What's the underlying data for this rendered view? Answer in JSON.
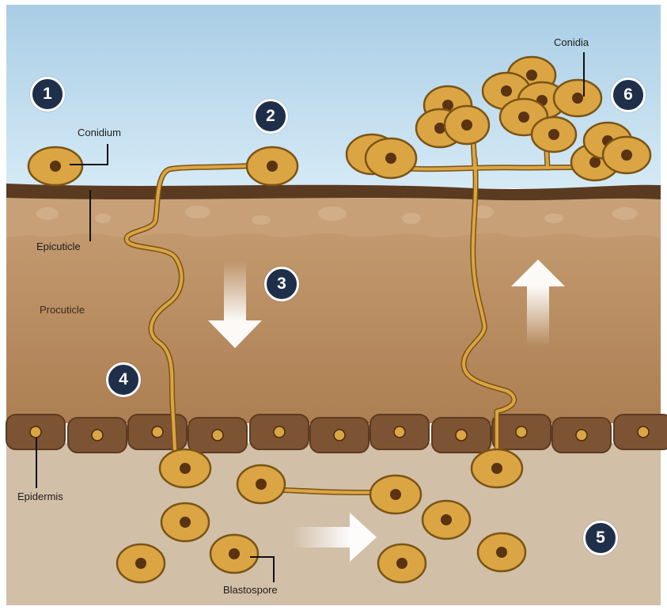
{
  "labels": {
    "conidium": "Conidium",
    "epicuticle": "Epicuticle",
    "procuticle": "Procuticle",
    "epidermis": "Epidermis",
    "blastospore": "Blastospore",
    "conidia": "Conidia"
  },
  "steps": [
    "1",
    "2",
    "3",
    "4",
    "5",
    "6"
  ],
  "colors": {
    "sky_top": "#a9cde5",
    "sky_bottom": "#d3e9f5",
    "cuticle_line": "#5a3a20",
    "epicuticle": "#c7a078",
    "procuticle": "#b48658",
    "epidermis_cell": "#7d5433",
    "haemocoel": "#d2bfa8",
    "spore": "#dba544",
    "spore_outline": "#7a5414",
    "nucleus": "#5a3312",
    "badge": "#1f2f4a"
  }
}
